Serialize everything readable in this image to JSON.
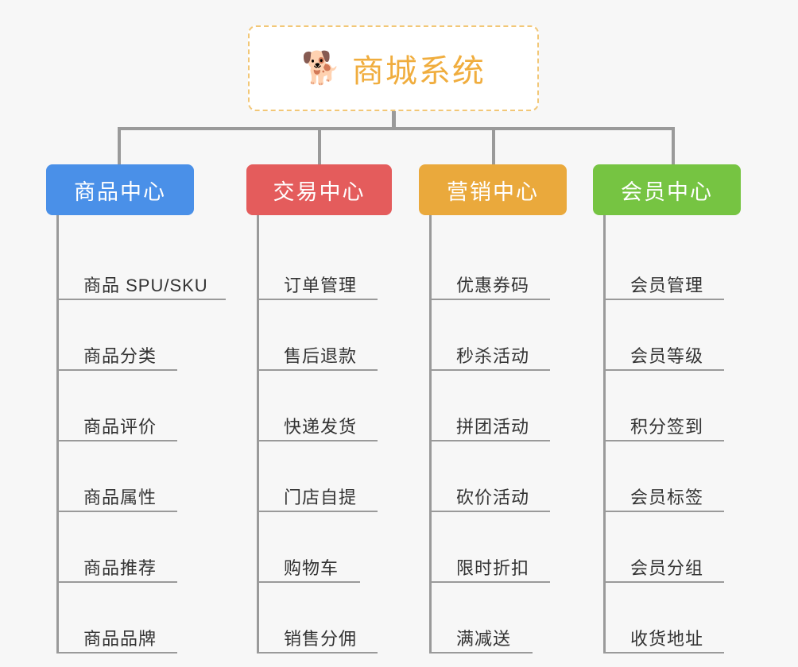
{
  "diagram": {
    "type": "tree-mindmap",
    "background_color": "#f7f7f7",
    "root": {
      "icon": "shiba-dog-emoji",
      "emoji": "🐕",
      "title": "商城系统",
      "text_color": "#f0ad3e",
      "border_color": "#f2c777",
      "border_style": "dashed",
      "background_color": "#ffffff"
    },
    "connector_color": "#9a9a9a",
    "branches": [
      {
        "id": "product-center",
        "label": "商品中心",
        "color": "#4a90e8",
        "items": [
          "商品 SPU/SKU",
          "商品分类",
          "商品评价",
          "商品属性",
          "商品推荐",
          "商品品牌"
        ]
      },
      {
        "id": "trade-center",
        "label": "交易中心",
        "color": "#e45c5c",
        "items": [
          "订单管理",
          "售后退款",
          "快递发货",
          "门店自提",
          "购物车",
          "销售分佣"
        ]
      },
      {
        "id": "marketing-center",
        "label": "营销中心",
        "color": "#eaa93c",
        "items": [
          "优惠券码",
          "秒杀活动",
          "拼团活动",
          "砍价活动",
          "限时折扣",
          "满减送"
        ]
      },
      {
        "id": "member-center",
        "label": "会员中心",
        "color": "#76c442",
        "items": [
          "会员管理",
          "会员等级",
          "积分签到",
          "会员标签",
          "会员分组",
          "收货地址"
        ]
      }
    ]
  }
}
